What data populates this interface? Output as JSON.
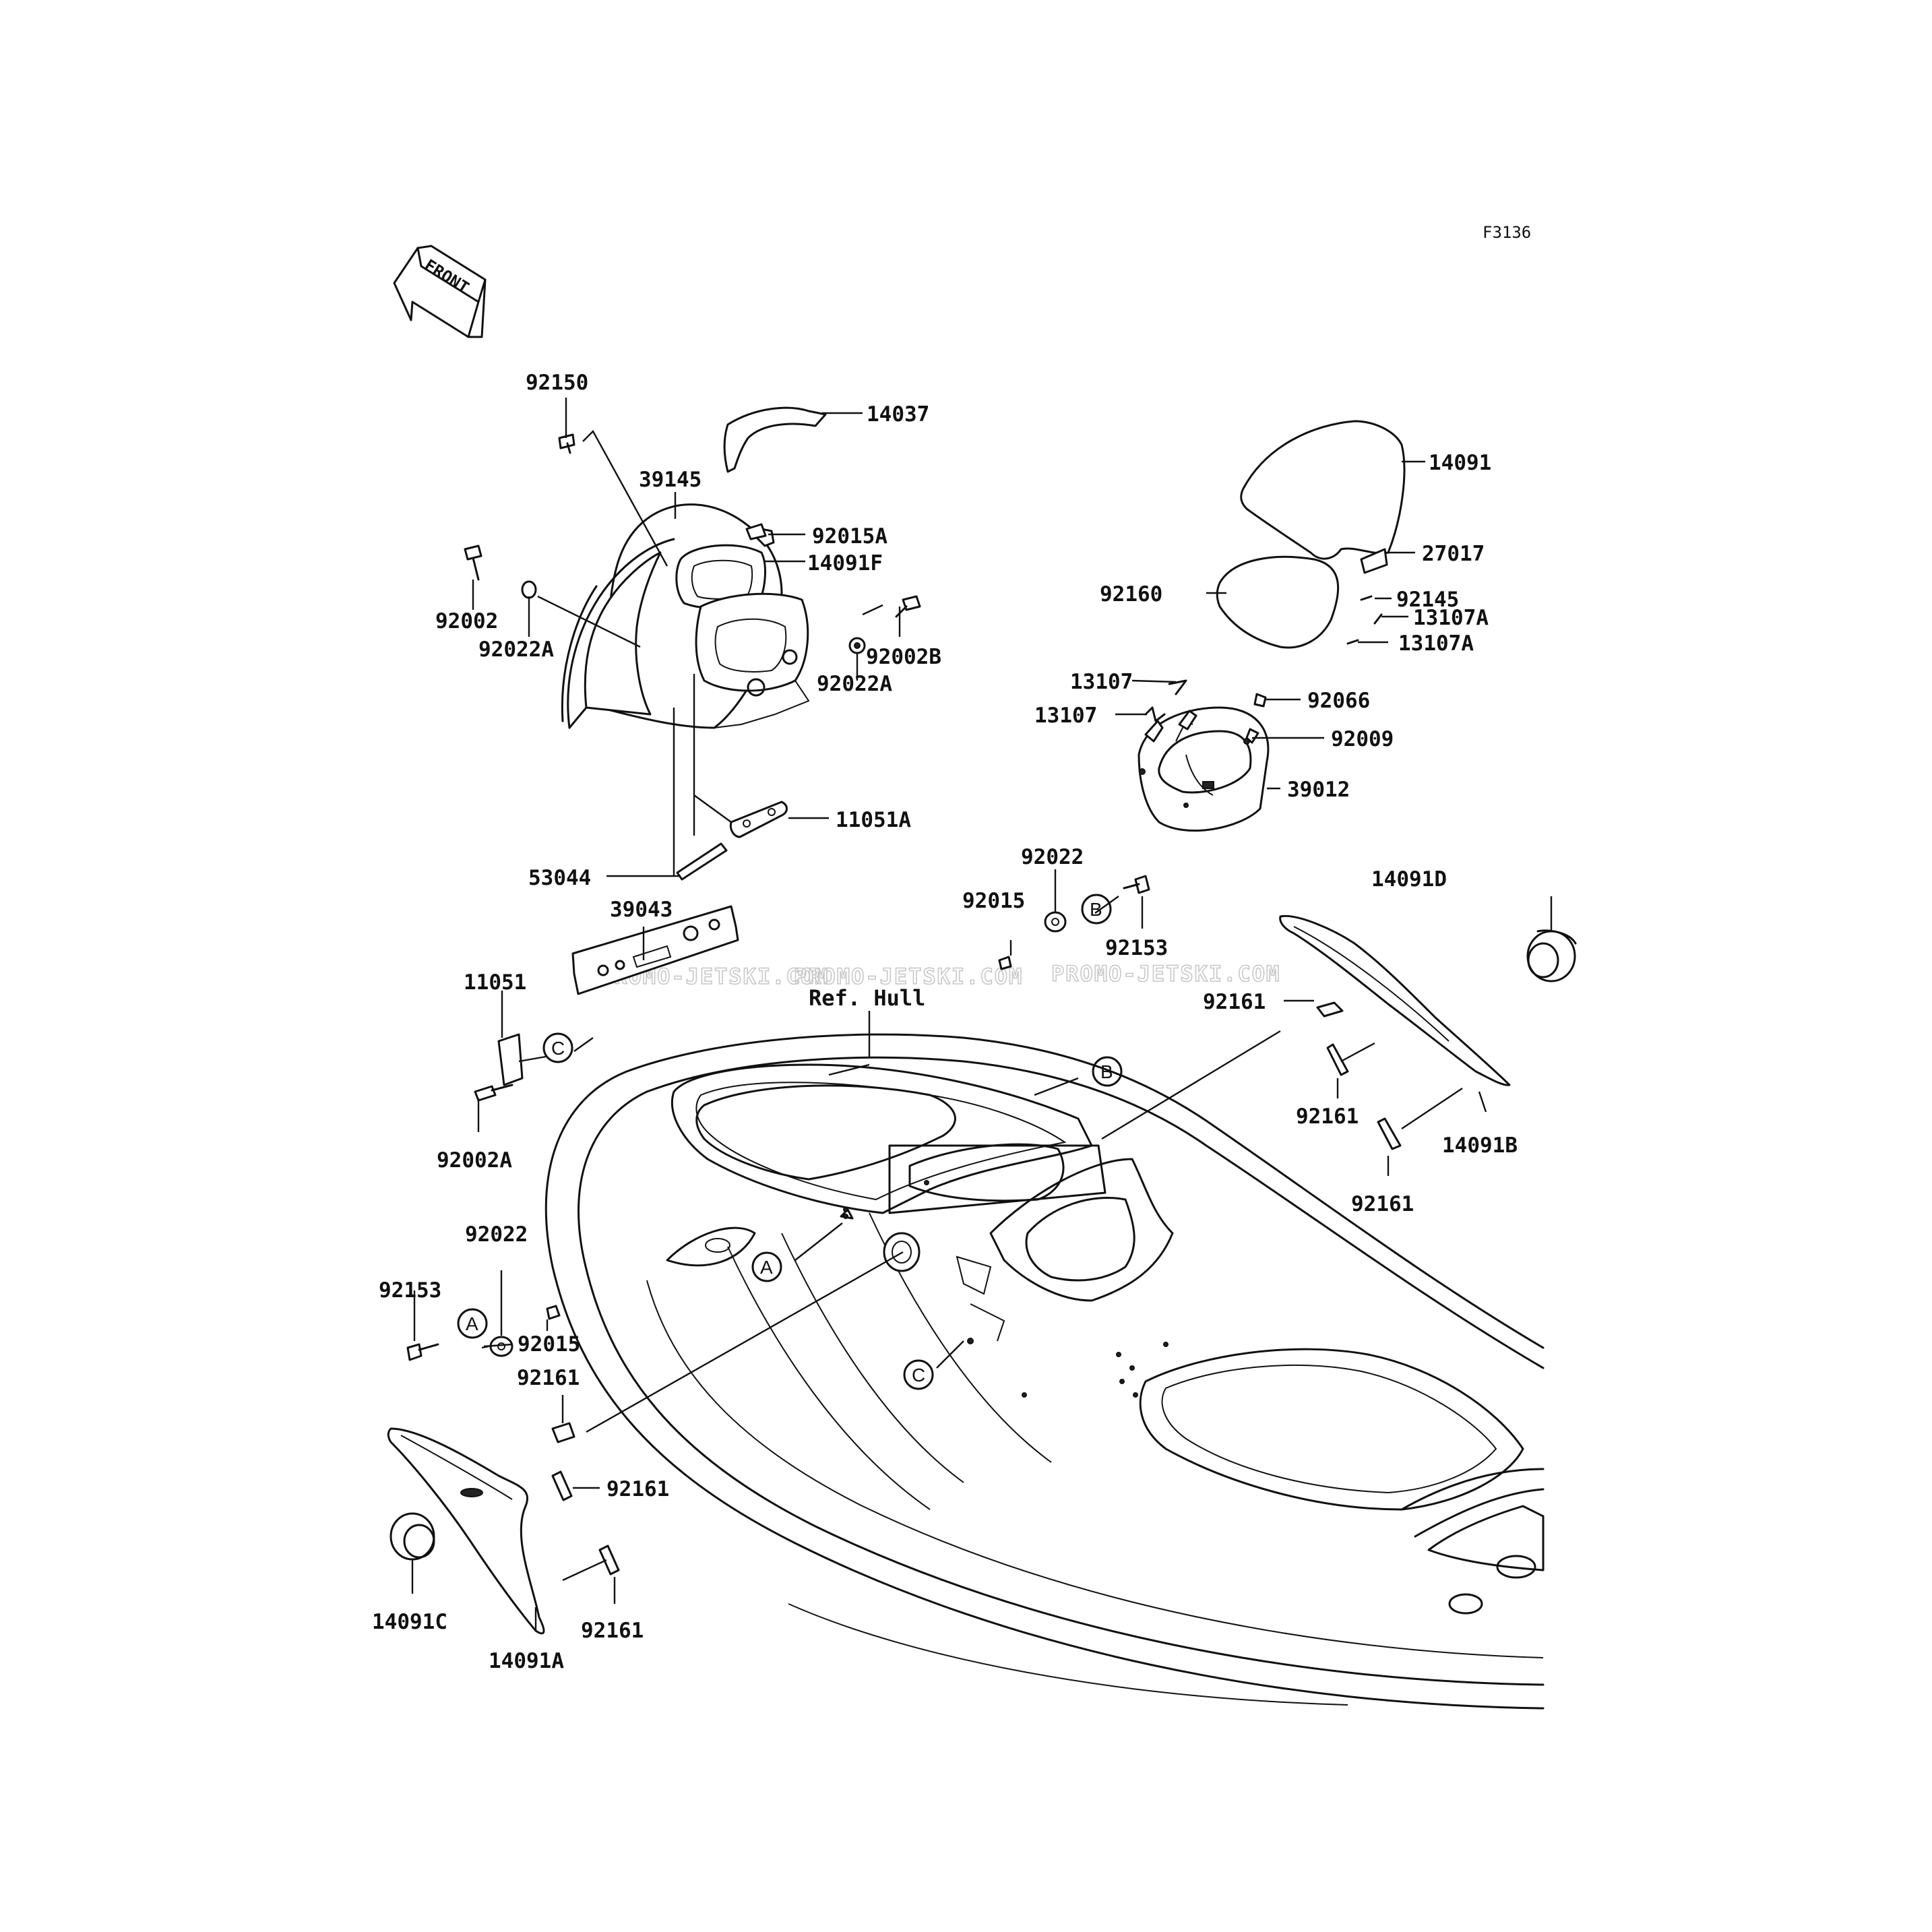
{
  "figure_code": "F3136",
  "front_arrow": {
    "text": "FRONT"
  },
  "watermark": "PROMO-JETSKI.COM",
  "reference": "Ref. Hull",
  "callouts": [
    "A",
    "B",
    "C"
  ],
  "parts": [
    "92150",
    "14037",
    "39145",
    "92015A",
    "14091F",
    "92002",
    "92022A",
    "92002B",
    "92022A",
    "11051A",
    "53044",
    "39043",
    "11051",
    "92002A",
    "14091",
    "27017",
    "92160",
    "92145",
    "13107A",
    "13107A",
    "13107",
    "13107",
    "92066",
    "92009",
    "39012",
    "92022",
    "92015",
    "92153",
    "14091D",
    "92161",
    "92161",
    "14091B",
    "92161",
    "92022",
    "92153",
    "92015",
    "92161",
    "92161",
    "92161",
    "14091C",
    "14091A"
  ]
}
